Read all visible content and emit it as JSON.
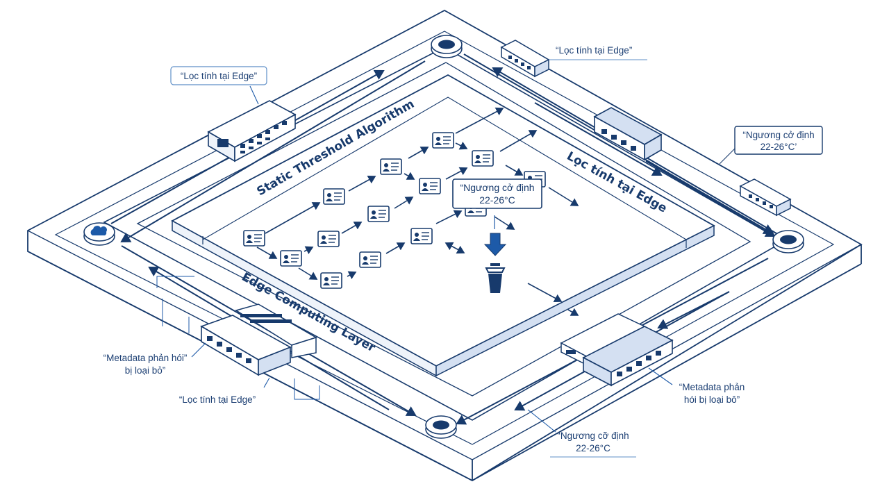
{
  "layers": {
    "algorithm": "Static Threshold Algorithm",
    "edge_filter": "Lọc tính tại Edge",
    "edge_computing": "Edge Computing Layer"
  },
  "callouts": {
    "top_left": "“Lọc tính tại Edge”",
    "top_right": "“Lọc tính tại Edge”",
    "right_line1": "“Ngương cở định",
    "right_line2": "22-26°C’",
    "left_line1": "“Metadata phản hói”",
    "left_line2": "bị loại bỏ”",
    "bottom_left": "“Lọc tính tại Edge”",
    "bottom_right_line1": "“Metadata phản",
    "bottom_right_line2": "hói bị loại bô”",
    "bottom_line1": "“Ngương cỡ định",
    "bottom_line2": "22-26°C",
    "center_line1": "“Ngương cở định",
    "center_line2": "22-26°C"
  },
  "icons": {
    "cloud": "cloud-icon",
    "trash": "trash-bin-icon",
    "arrow_down": "arrow-down-icon",
    "document": "document-icon",
    "switch": "network-switch-icon",
    "node": "node-icon"
  },
  "colors": {
    "primary": "#173a6c",
    "accent": "#1d5aa8",
    "panel": "#d4e0f2",
    "background": "#ffffff"
  }
}
